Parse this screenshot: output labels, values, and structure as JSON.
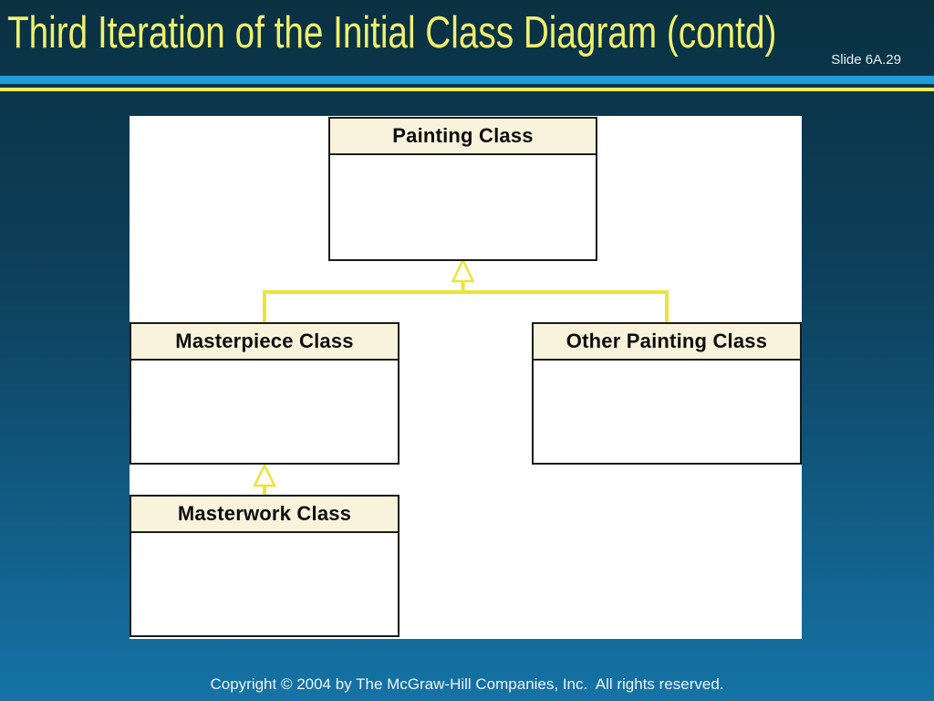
{
  "slide": {
    "title": "Third Iteration of the Initial Class Diagram (contd)",
    "slide_number": "Slide 6A.29",
    "copyright": "Copyright © 2004 by The McGraw-Hill Companies, Inc.  All rights reserved."
  },
  "diagram": {
    "type": "uml-class-diagram",
    "classes": [
      {
        "name": "Painting Class"
      },
      {
        "name": "Masterpiece Class"
      },
      {
        "name": "Other Painting Class"
      },
      {
        "name": "Masterwork Class"
      }
    ],
    "relations": [
      {
        "type": "inheritance",
        "child": "Masterpiece Class",
        "parent": "Painting Class"
      },
      {
        "type": "inheritance",
        "child": "Other Painting Class",
        "parent": "Painting Class"
      },
      {
        "type": "inheritance",
        "child": "Masterwork Class",
        "parent": "Masterpiece Class"
      }
    ]
  },
  "colors": {
    "background_top": "#0a3142",
    "background_bottom": "#1573a6",
    "title_text": "#eff06e",
    "accent_cyan_bar": "#1f9cd9",
    "accent_yellow_bar": "#ecee52",
    "connector_yellow": "#ece43a",
    "class_header_fill": "#f8f3da",
    "class_border": "#1b1b1b",
    "slide_background": "#ffffff",
    "footer_text": "#eef3f7"
  }
}
